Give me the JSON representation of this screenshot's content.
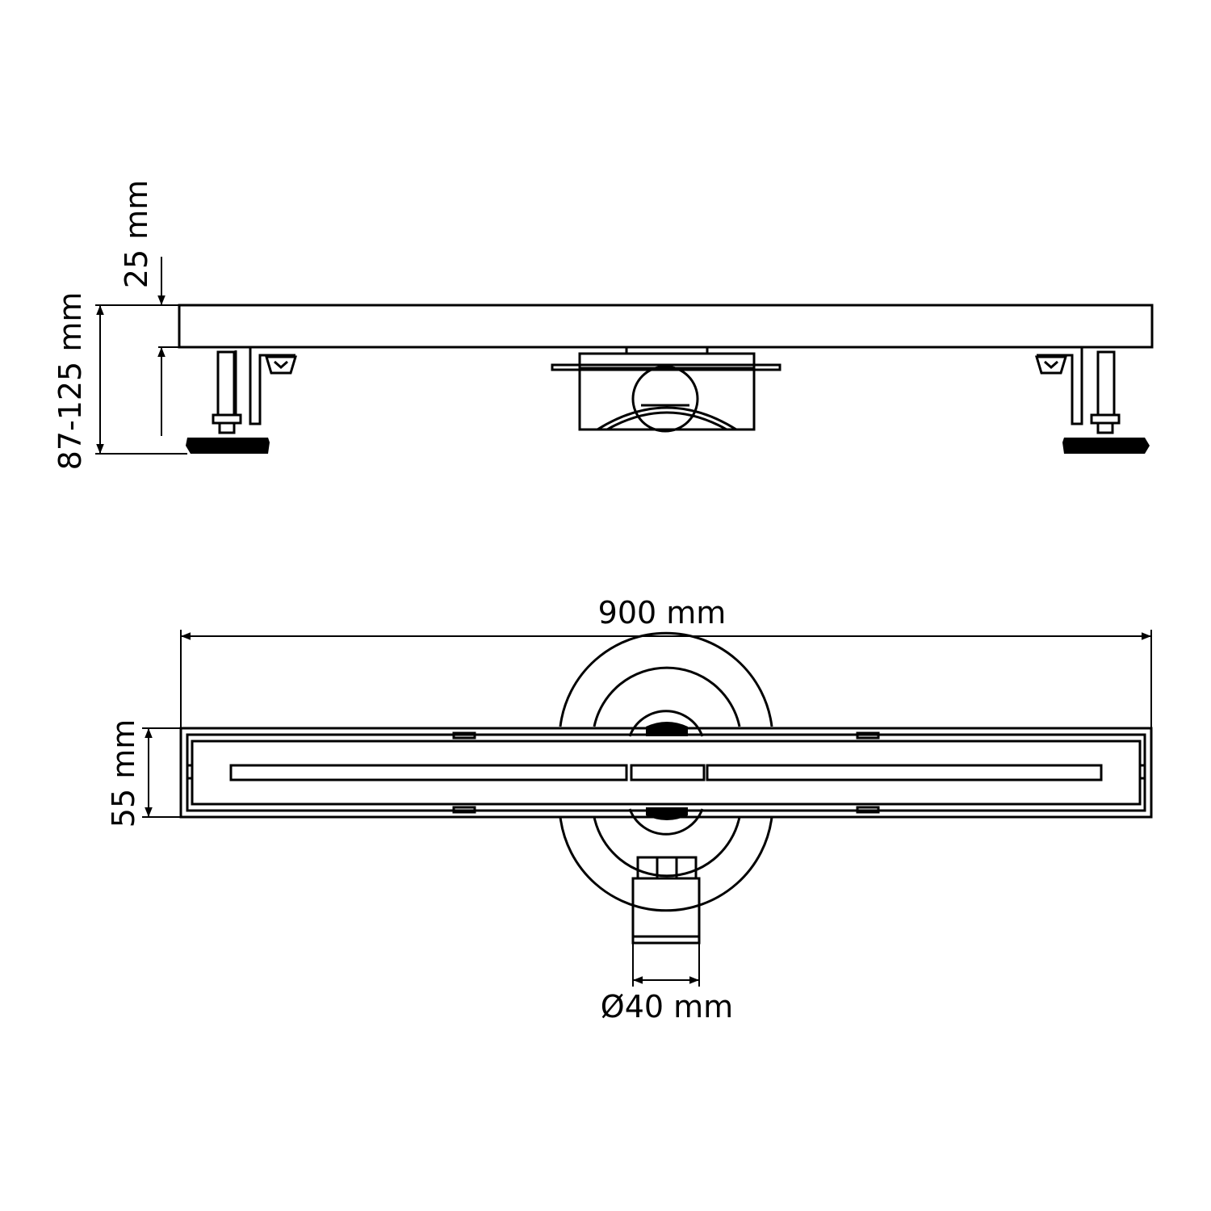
{
  "dimensions": {
    "top_thickness": "25 mm",
    "height_range": "87-125 mm",
    "length": "900 mm",
    "width": "55 mm",
    "outlet_diameter": "Ø40 mm"
  }
}
